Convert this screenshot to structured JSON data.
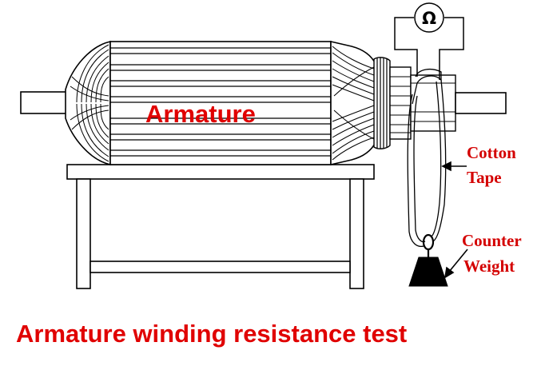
{
  "labels": {
    "armature": "Armature",
    "cotton_tape": [
      "Cotton",
      "Tape"
    ],
    "counter_weight": [
      "Counter",
      "Weight"
    ],
    "meter_symbol": "Ω",
    "caption": "Armature winding resistance test"
  },
  "colors": {
    "label_red": "#e00000",
    "line": "#000000",
    "background": "#ffffff"
  }
}
